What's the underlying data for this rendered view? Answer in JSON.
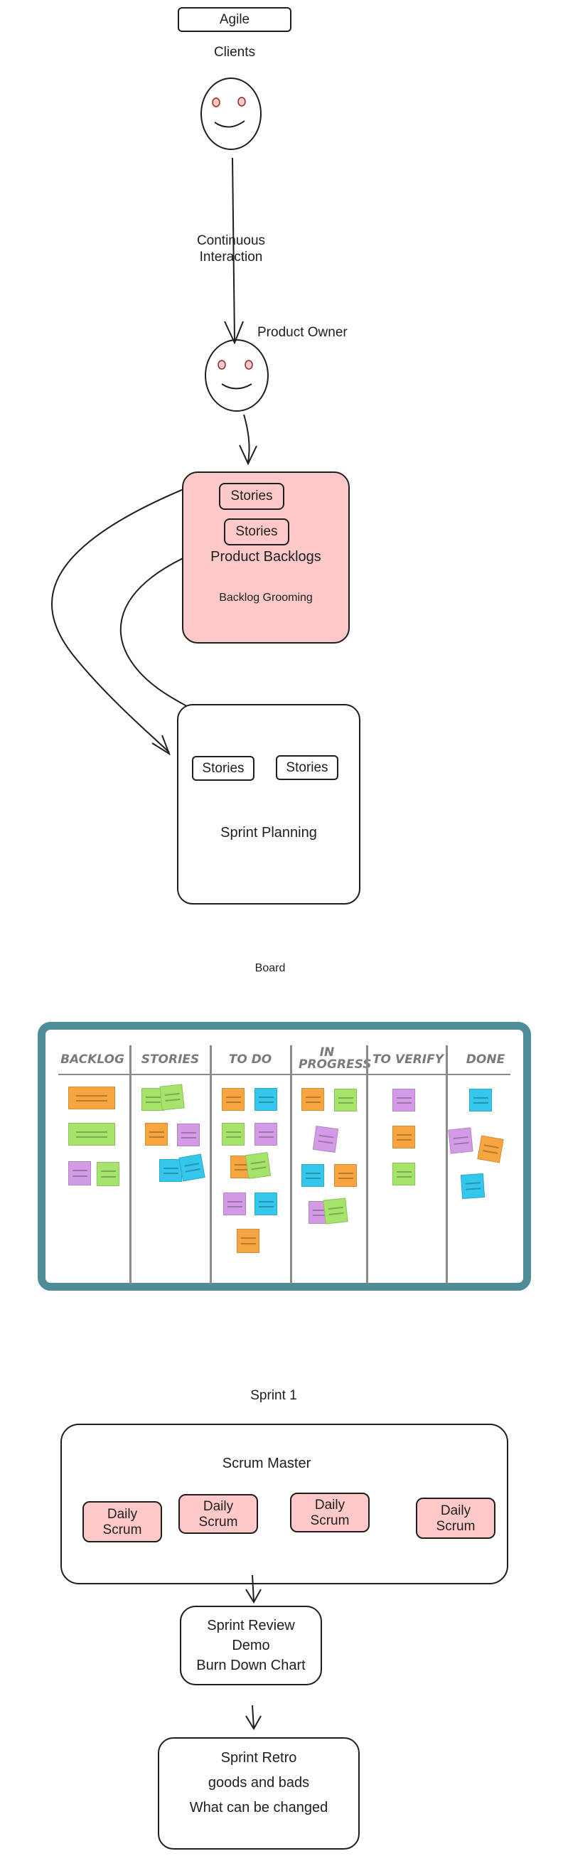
{
  "title": "Agile",
  "clients": {
    "label": "Clients"
  },
  "interaction": {
    "line1": "Continuous",
    "line2": "Interaction"
  },
  "product_owner": {
    "label": "Product Owner"
  },
  "backlog": {
    "story_1": "Stories",
    "story_2": "Stories",
    "label": "Product Backlogs",
    "sub_label": "Backlog Grooming"
  },
  "sprint_planning": {
    "story_1": "Stories",
    "story_2": "Stories",
    "label": "Sprint Planning"
  },
  "board": {
    "label": "Board",
    "columns": [
      "BACKLOG",
      "STORIES",
      "TO DO",
      "IN PROGRESS",
      "TO VERIFY",
      "DONE"
    ],
    "frame_color": "#4e8c96",
    "note_colors": {
      "orange": "#f7a541",
      "green": "#a6e36b",
      "purple": "#d39be6",
      "blue": "#35c6ec"
    }
  },
  "sprint": {
    "label": "Sprint 1",
    "scrum_master": "Scrum Master",
    "daily_scrums": [
      {
        "line1": "Daily",
        "line2": "Scrum"
      },
      {
        "line1": "Daily",
        "line2": "Scrum"
      },
      {
        "line1": "Daily",
        "line2": "Scrum"
      },
      {
        "line1": "Daily",
        "line2": "Scrum"
      }
    ]
  },
  "review": {
    "line1": "Sprint Review",
    "line2": "Demo",
    "line3": "Burn Down Chart"
  },
  "retro": {
    "line1": "Sprint Retro",
    "line2": "goods and bads",
    "line3": "What can be changed"
  }
}
